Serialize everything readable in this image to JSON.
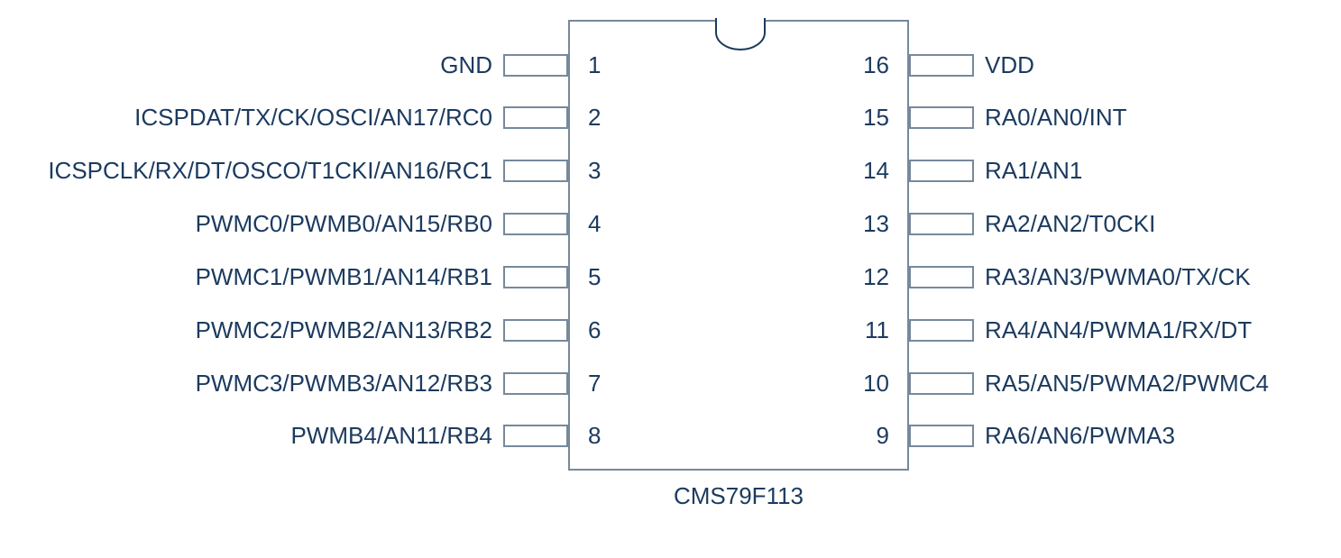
{
  "diagram": {
    "type": "ic-pinout",
    "part_number": "CMS79F113",
    "package_pin_count": 16,
    "orientation": "notch-top",
    "colors": {
      "outline": "#76899c",
      "text": "#1b3a5f",
      "background": "#ffffff"
    },
    "pins_left": [
      {
        "number": "1",
        "label": "GND"
      },
      {
        "number": "2",
        "label": "ICSPDAT/TX/CK/OSCI/AN17/RC0"
      },
      {
        "number": "3",
        "label": "ICSPCLK/RX/DT/OSCO/T1CKI/AN16/RC1"
      },
      {
        "number": "4",
        "label": "PWMC0/PWMB0/AN15/RB0"
      },
      {
        "number": "5",
        "label": "PWMC1/PWMB1/AN14/RB1"
      },
      {
        "number": "6",
        "label": "PWMC2/PWMB2/AN13/RB2"
      },
      {
        "number": "7",
        "label": "PWMC3/PWMB3/AN12/RB3"
      },
      {
        "number": "8",
        "label": "PWMB4/AN11/RB4"
      }
    ],
    "pins_right": [
      {
        "number": "16",
        "label": "VDD"
      },
      {
        "number": "15",
        "label": "RA0/AN0/INT"
      },
      {
        "number": "14",
        "label": "RA1/AN1"
      },
      {
        "number": "13",
        "label": "RA2/AN2/T0CKI"
      },
      {
        "number": "12",
        "label": "RA3/AN3/PWMA0/TX/CK"
      },
      {
        "number": "11",
        "label": "RA4/AN4/PWMA1/RX/DT"
      },
      {
        "number": "10",
        "label": "RA5/AN5/PWMA2/PWMC4"
      },
      {
        "number": "9",
        "label": "RA6/AN6/PWMA3"
      }
    ]
  }
}
